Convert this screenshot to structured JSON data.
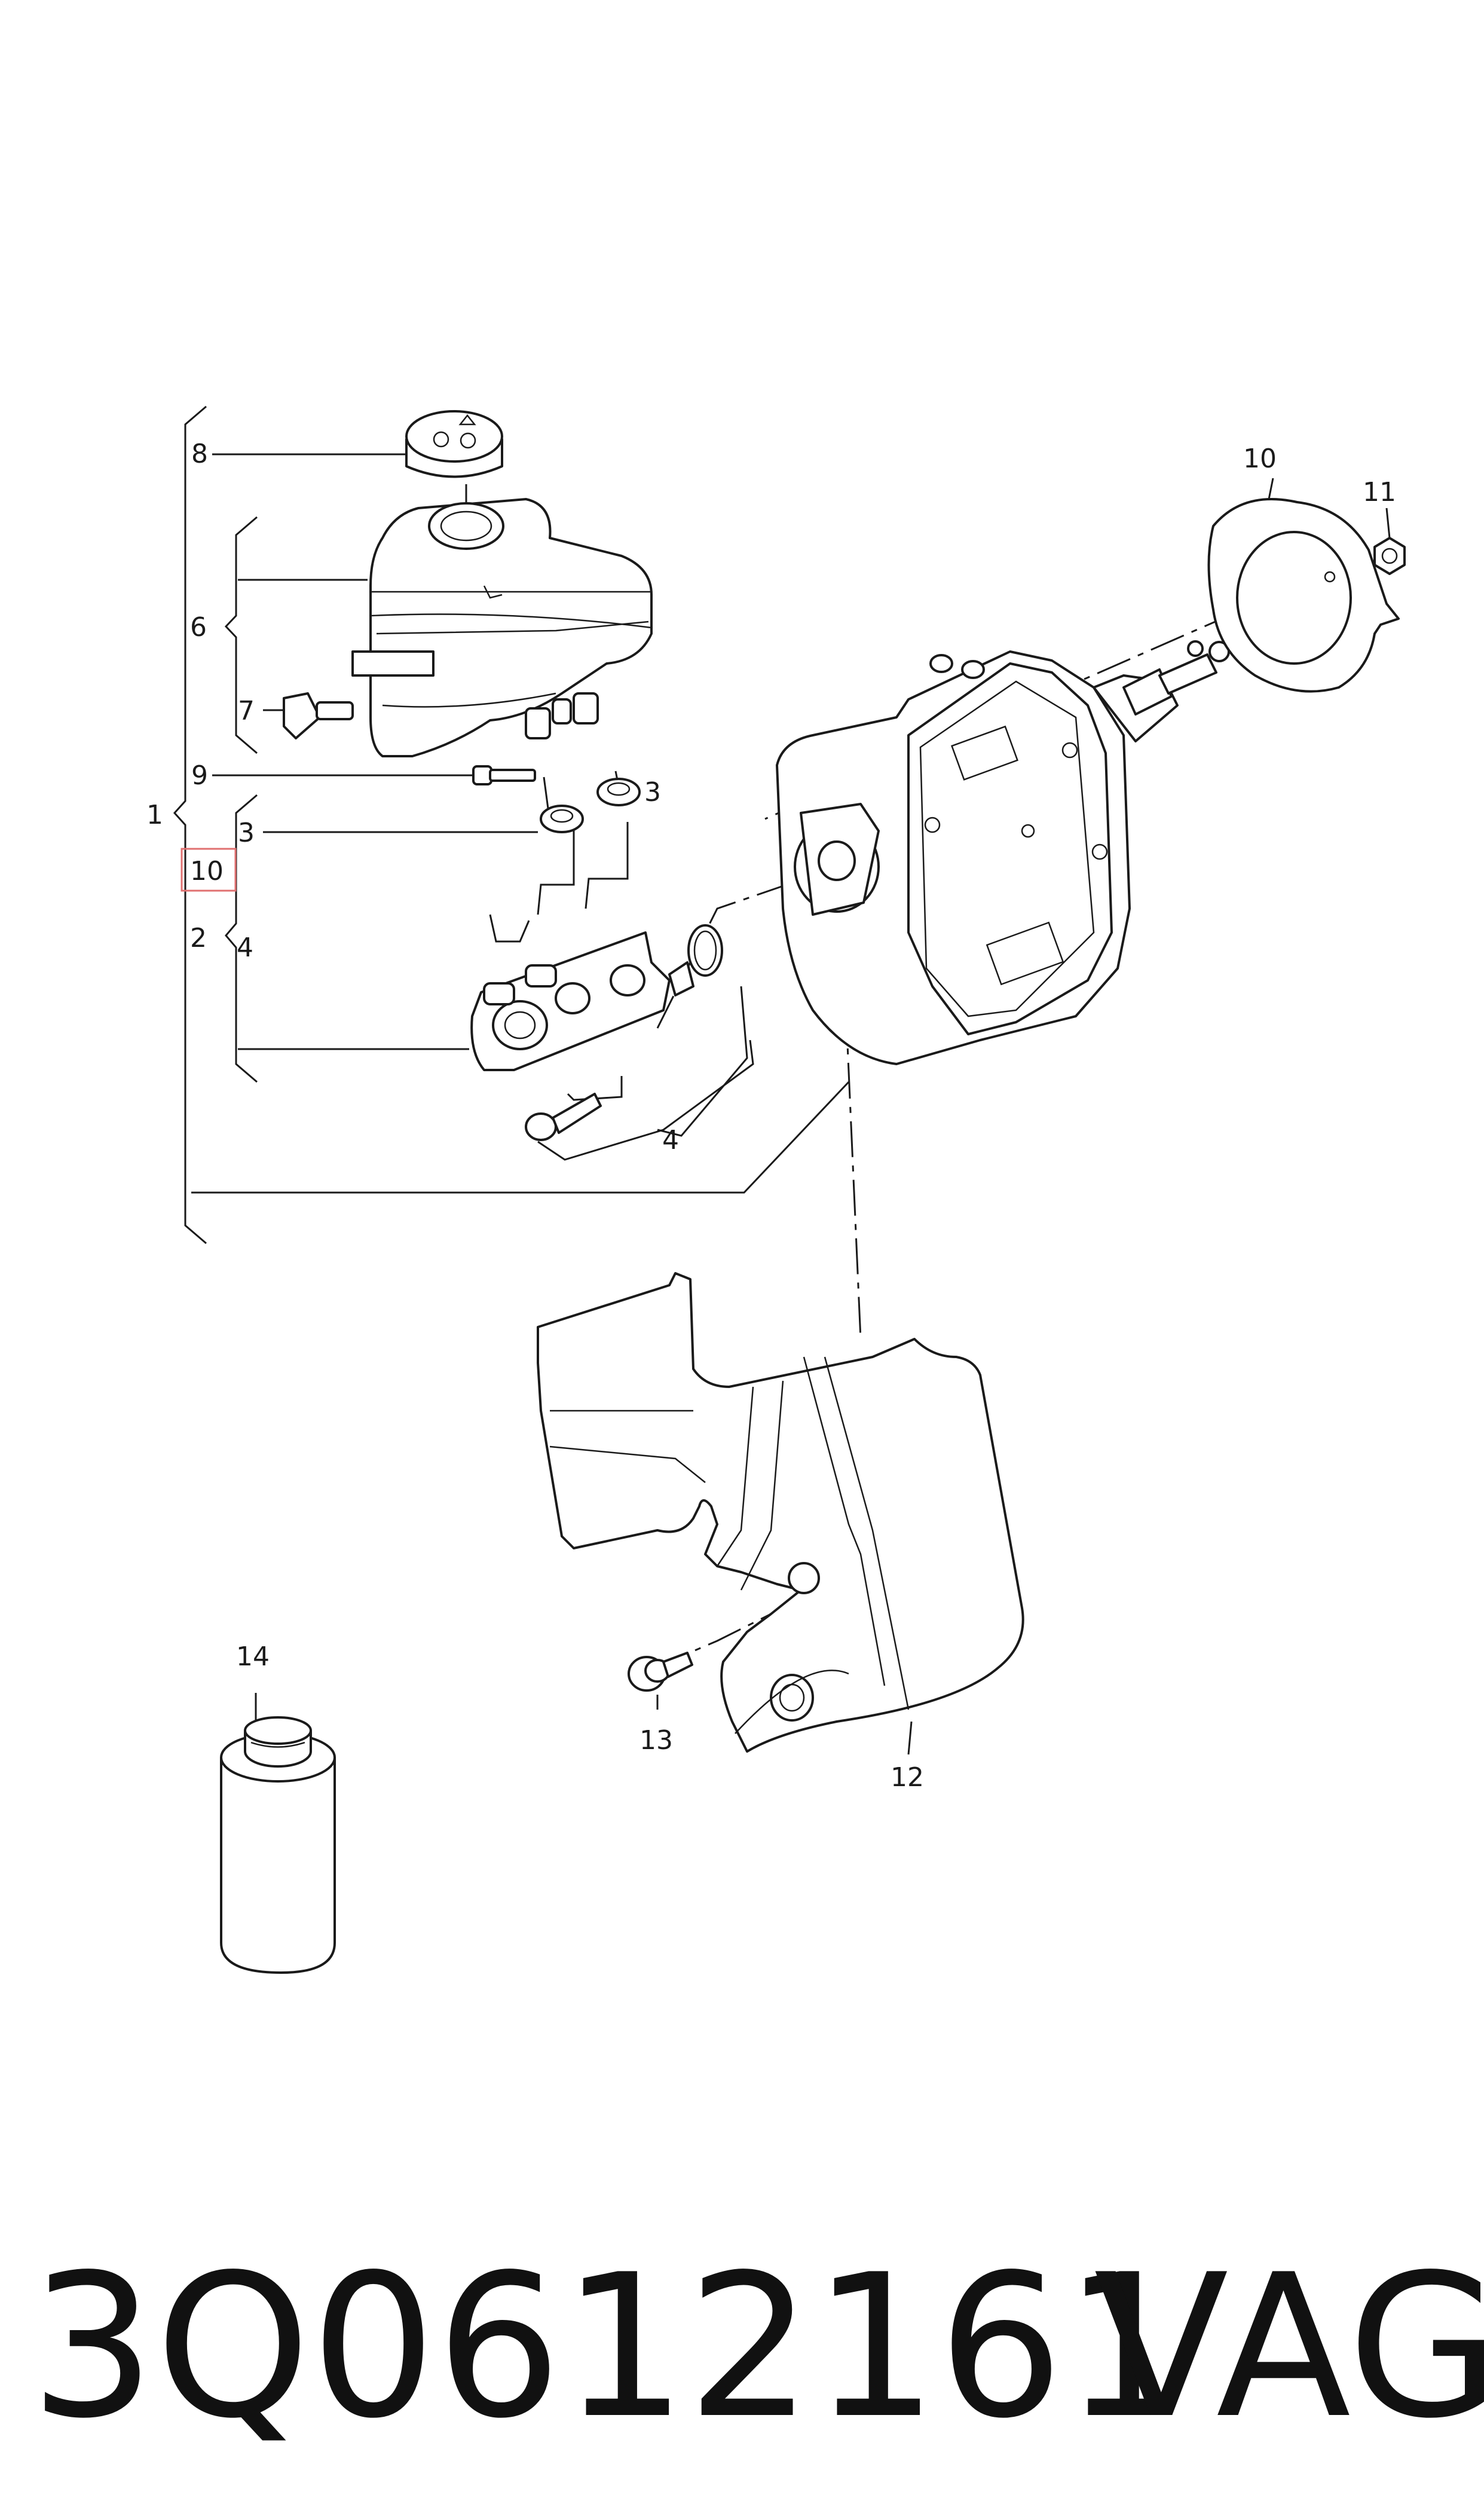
{
  "callouts": {
    "c1": "1",
    "c2": "2",
    "c3a": "3",
    "c3b": "3",
    "c4a": "4",
    "c4b": "4",
    "c6": "6",
    "c7": "7",
    "c8": "8",
    "c9": "9",
    "c10": "10",
    "c10box": "10",
    "c11": "11",
    "c12": "12",
    "c13": "13",
    "c14": "14"
  },
  "footer": {
    "part_number": "3Q0612161",
    "brand": "VAG"
  },
  "colors": {
    "highlight_box": "#e07070",
    "line": "#1a1a1a"
  }
}
